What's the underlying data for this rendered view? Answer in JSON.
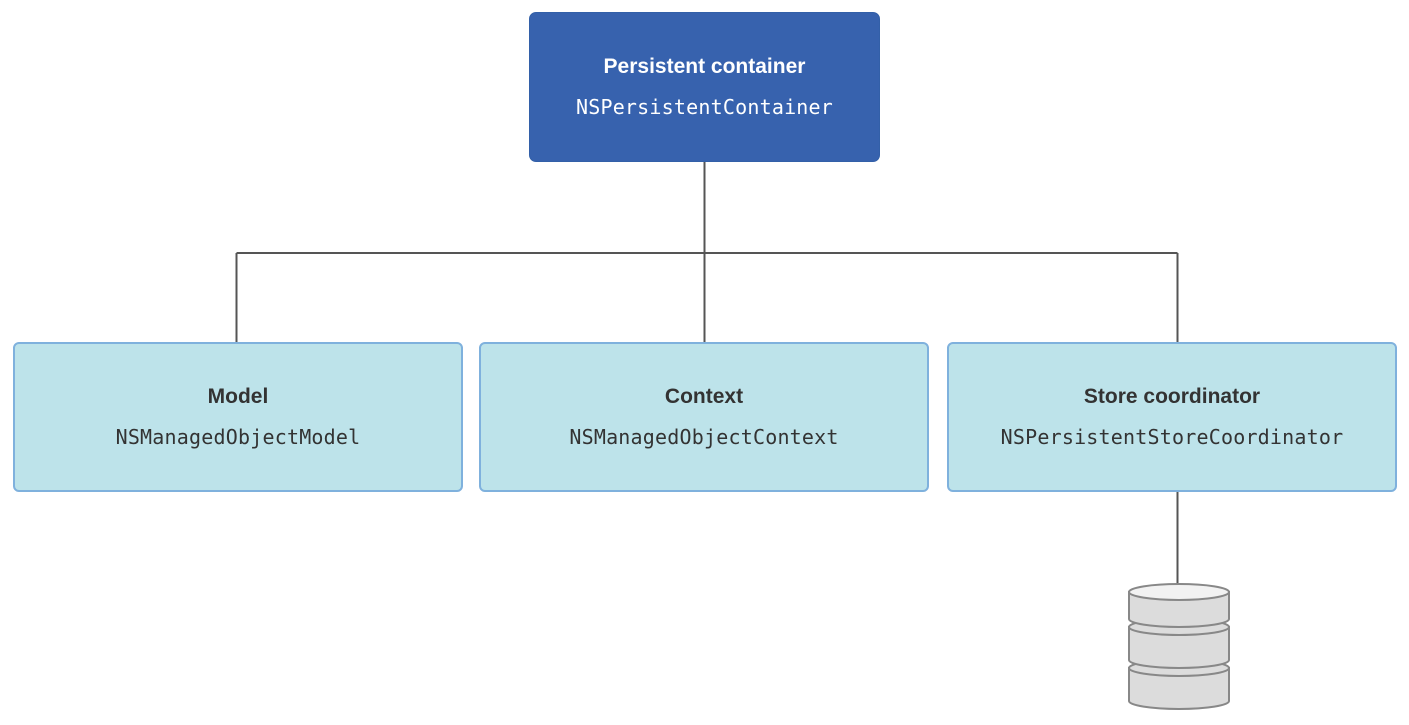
{
  "colors": {
    "root_fill": "#3762ae",
    "root_text": "#ffffff",
    "child_fill": "#bde3ea",
    "child_border": "#7fb1dd",
    "child_text": "#333333",
    "connector": "#555555",
    "database_fill": "#dcdcdc",
    "database_stroke": "#888888"
  },
  "root": {
    "title": "Persistent container",
    "class_name": "NSPersistentContainer"
  },
  "children": [
    {
      "title": "Model",
      "class_name": "NSManagedObjectModel"
    },
    {
      "title": "Context",
      "class_name": "NSManagedObjectContext"
    },
    {
      "title": "Store coordinator",
      "class_name": "NSPersistentStoreCoordinator"
    }
  ],
  "icons": {
    "store": "database-icon"
  }
}
